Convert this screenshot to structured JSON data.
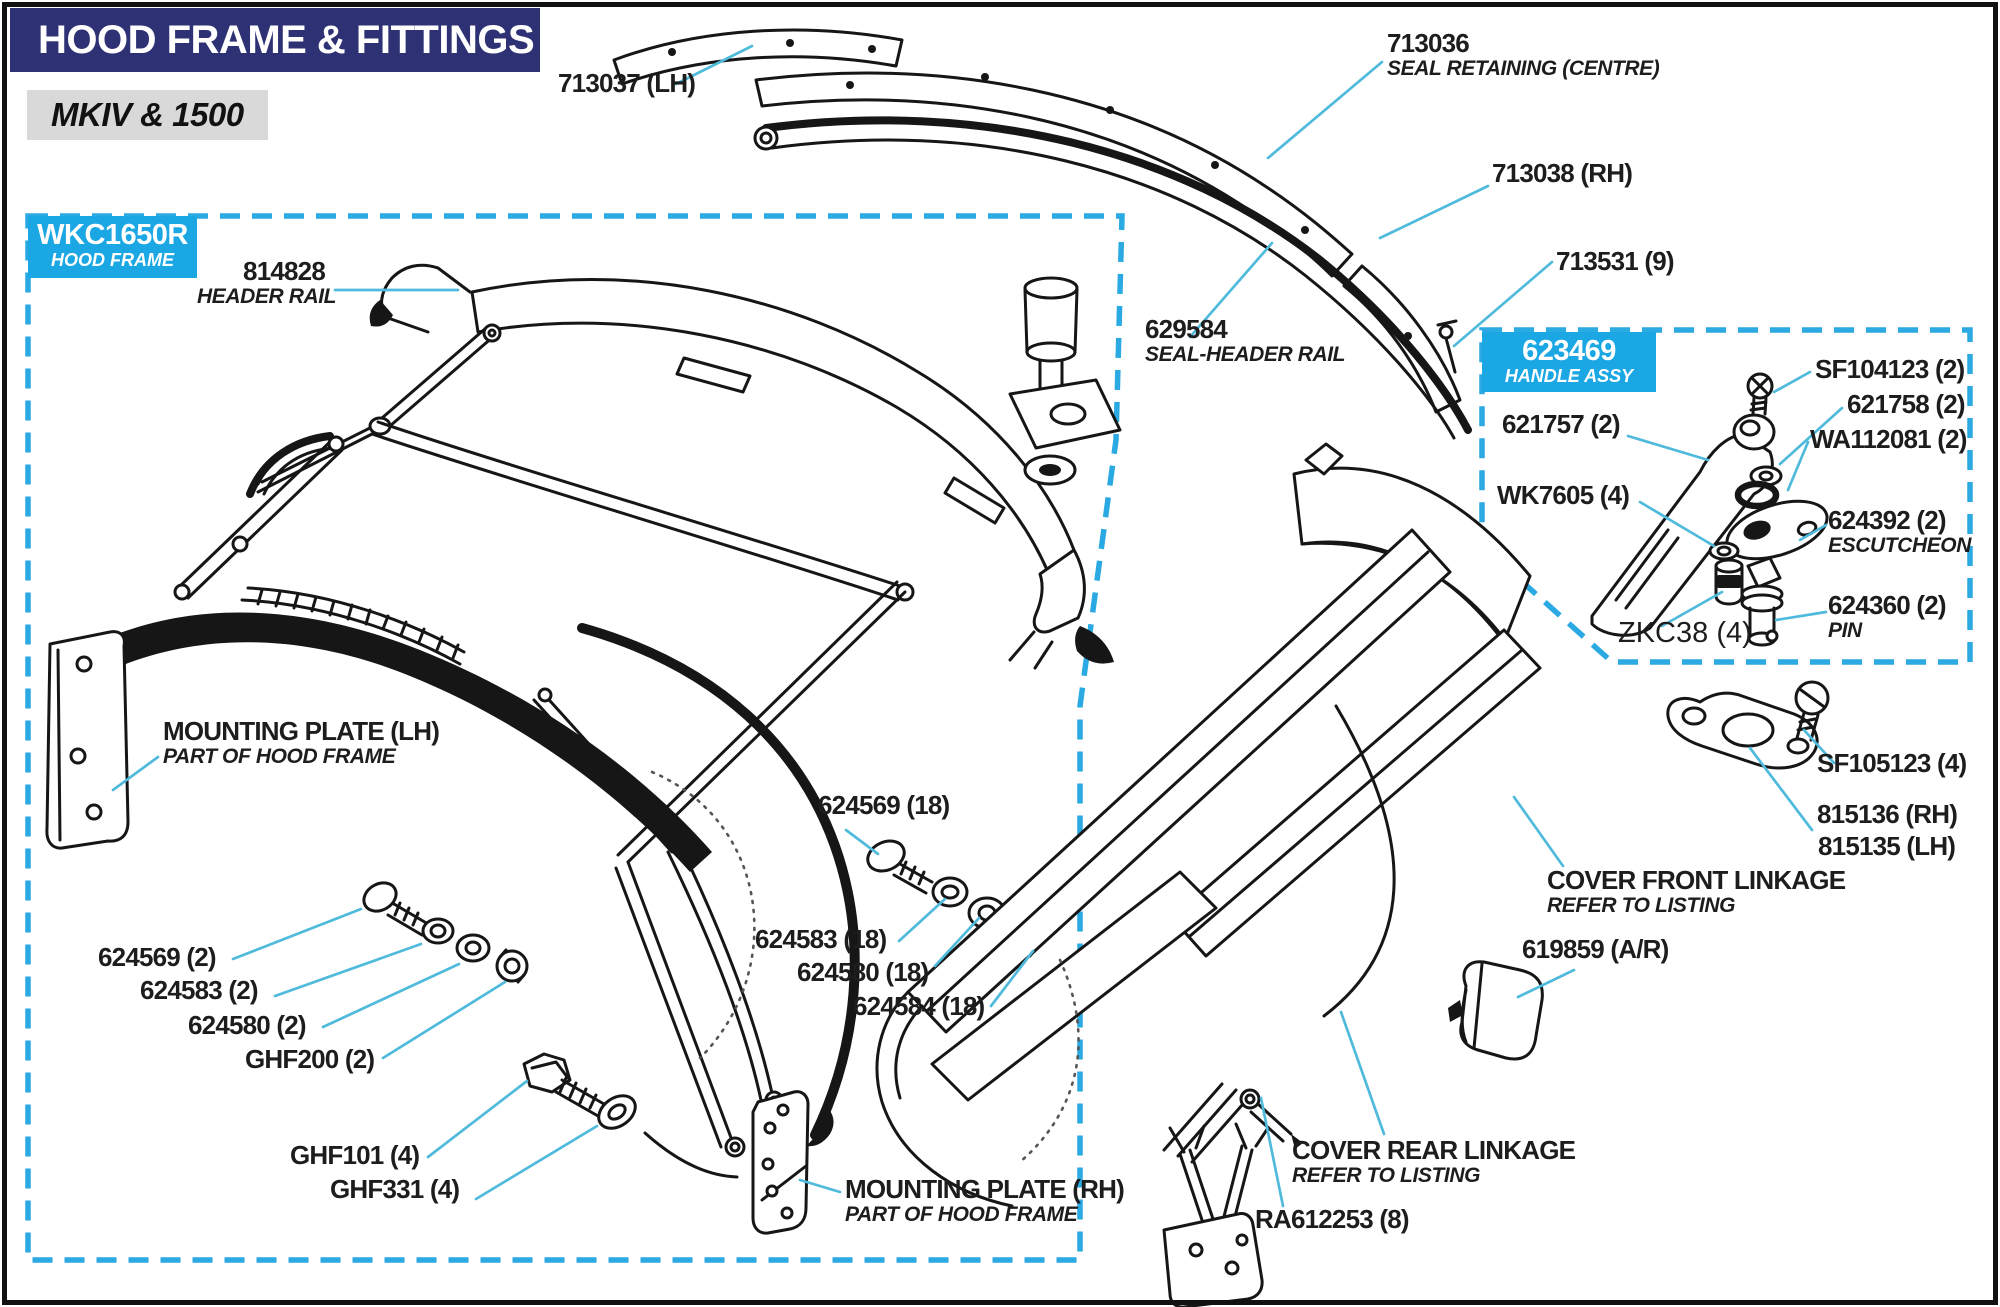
{
  "header": {
    "title": "HOOD FRAME & FITTINGS",
    "variant": "MKIV & 1500"
  },
  "colors": {
    "navy": "#2e3274",
    "cyan": "#1ba7e3",
    "leader": "#4fbadb",
    "dash": "#2aa9e2",
    "ink": "#161616",
    "badge": "#d9d9d9"
  },
  "boxes": {
    "hood_frame": {
      "code": "WKC1650R",
      "name": "HOOD FRAME"
    },
    "handle_assy": {
      "code": "623469",
      "name": "HANDLE ASSY"
    }
  },
  "labels": {
    "p713037": {
      "text": "713037 (LH)"
    },
    "p713036": {
      "text": "713036",
      "sub": "SEAL RETAINING (CENTRE)"
    },
    "p713038": {
      "text": "713038 (RH)"
    },
    "p713531": {
      "text": "713531 (9)"
    },
    "p629584": {
      "text": "629584",
      "sub": "SEAL-HEADER RAIL"
    },
    "p814828": {
      "text": "814828",
      "sub": "HEADER RAIL"
    },
    "mounting_lh": {
      "text": "MOUNTING PLATE (LH)",
      "sub": "PART OF HOOD FRAME"
    },
    "mounting_rh": {
      "text": "MOUNTING PLATE (RH)",
      "sub": "PART OF HOOD FRAME"
    },
    "p624569_18": {
      "text": "624569 (18)"
    },
    "p624583_18": {
      "text": "624583 (18)"
    },
    "p624580_18": {
      "text": "624580 (18)"
    },
    "p624584_18": {
      "text": "624584 (18)"
    },
    "p624569_2": {
      "text": "624569 (2)"
    },
    "p624583_2": {
      "text": "624583 (2)"
    },
    "p624580_2": {
      "text": "624580 (2)"
    },
    "ghf200": {
      "text": "GHF200 (2)"
    },
    "ghf101": {
      "text": "GHF101 (4)"
    },
    "ghf331": {
      "text": "GHF331 (4)"
    },
    "sf104123": {
      "text": "SF104123 (2)"
    },
    "p621758": {
      "text": "621758 (2)"
    },
    "wa112081": {
      "text": "WA112081 (2)"
    },
    "p621757": {
      "text": "621757 (2)"
    },
    "wk7605": {
      "text": "WK7605 (4)"
    },
    "p624392": {
      "text": "624392 (2)",
      "sub": "ESCUTCHEON"
    },
    "zkc38": {
      "text": "ZKC38 (4)"
    },
    "p624360": {
      "text": "624360 (2)",
      "sub": "PIN"
    },
    "sf105123": {
      "text": "SF105123 (4)"
    },
    "p815136": {
      "text": "815136 (RH)"
    },
    "p815135": {
      "text": "815135 (LH)"
    },
    "cover_front": {
      "text": "COVER FRONT LINKAGE",
      "sub": "REFER TO LISTING"
    },
    "p619859": {
      "text": "619859 (A/R)"
    },
    "cover_rear": {
      "text": "COVER REAR LINKAGE",
      "sub": "REFER TO LISTING"
    },
    "ra612253": {
      "text": "RA612253 (8)"
    }
  }
}
